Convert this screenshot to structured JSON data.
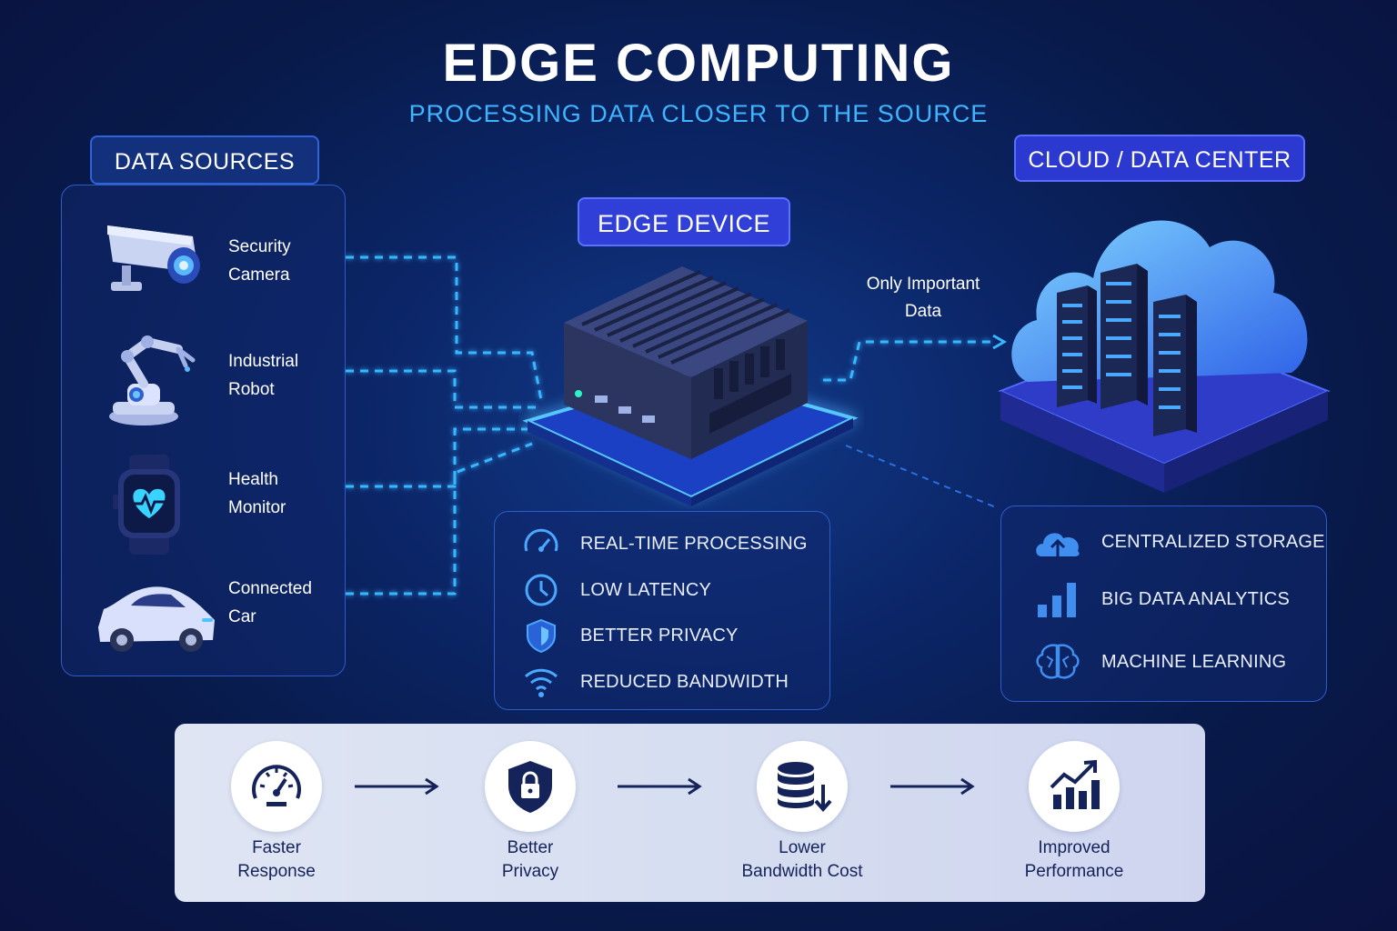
{
  "title": "EDGE COMPUTING",
  "subtitle": "PROCESSING DATA CLOSER TO THE SOURCE",
  "sections": {
    "data_sources": "DATA SOURCES",
    "edge_device": "EDGE DEVICE",
    "cloud": "CLOUD / DATA CENTER"
  },
  "sources": [
    {
      "line1": "Security",
      "line2": "Camera",
      "icon": "security-camera-icon"
    },
    {
      "line1": "Industrial",
      "line2": "Robot",
      "icon": "robot-arm-icon"
    },
    {
      "line1": "Health",
      "line2": "Monitor",
      "icon": "smartwatch-icon"
    },
    {
      "line1": "Connected",
      "line2": "Car",
      "icon": "car-icon"
    }
  ],
  "flow_label": {
    "line1": "Only Important",
    "line2": "Data"
  },
  "edge_features": [
    {
      "label": "REAL-TIME PROCESSING",
      "icon": "speedometer-icon"
    },
    {
      "label": "LOW LATENCY",
      "icon": "clock-icon"
    },
    {
      "label": "BETTER PRIVACY",
      "icon": "shield-icon"
    },
    {
      "label": "REDUCED BANDWIDTH",
      "icon": "wifi-icon"
    }
  ],
  "cloud_features": [
    {
      "label": "CENTRALIZED STORAGE",
      "icon": "cloud-upload-icon"
    },
    {
      "label": "BIG DATA ANALYTICS",
      "icon": "bar-chart-icon"
    },
    {
      "label": "MACHINE LEARNING",
      "icon": "brain-icon"
    }
  ],
  "benefits": [
    {
      "line1": "Faster",
      "line2": "Response",
      "icon": "speedometer-icon"
    },
    {
      "line1": "Better",
      "line2": "Privacy",
      "icon": "lock-shield-icon"
    },
    {
      "line1": "Lower",
      "line2": "Bandwidth Cost",
      "icon": "database-down-icon"
    },
    {
      "line1": "Improved",
      "line2": "Performance",
      "icon": "growth-chart-icon"
    }
  ],
  "colors": {
    "accent_cyan": "#3fb5ff",
    "panel_border": "#2c5cc8",
    "header_blue": "#2f3fd8",
    "bar_text": "#14235a"
  }
}
